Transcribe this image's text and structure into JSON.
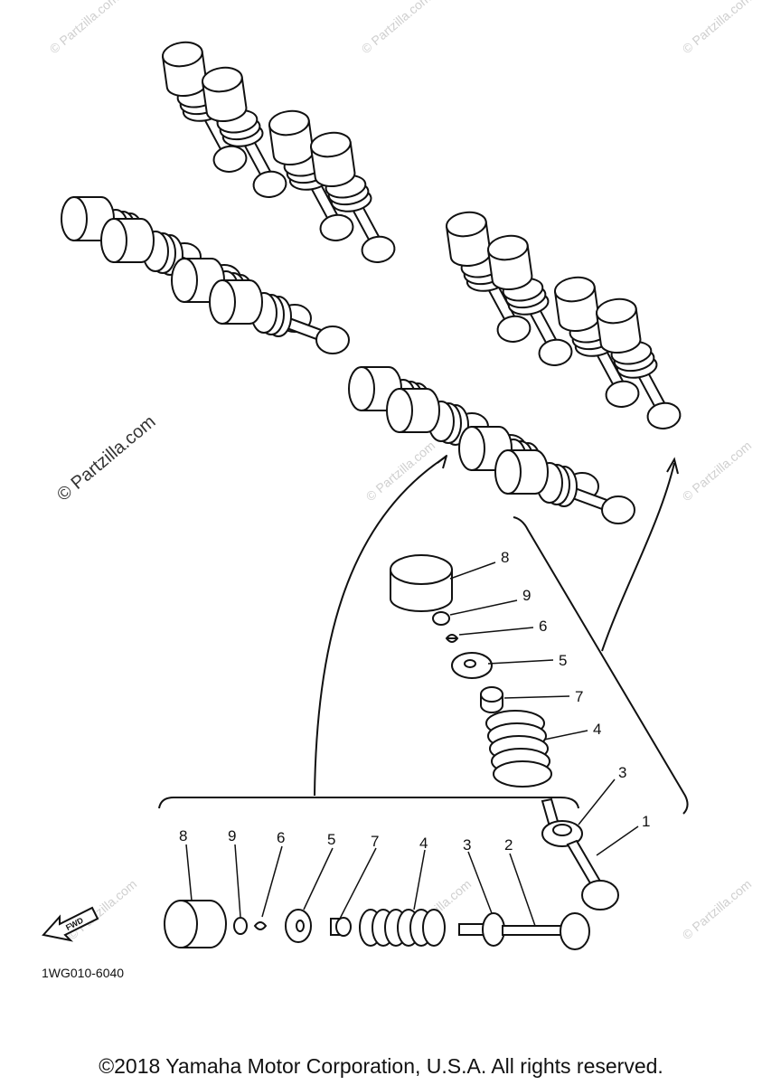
{
  "diagram": {
    "diagram_code": "1WG010-6040",
    "fwd_label": "FWD",
    "copyright": "©2018 Yamaha Motor Corporation, U.S.A. All rights reserved.",
    "watermark_text": "© Partzilla.com",
    "stack_callouts": [
      "8",
      "9",
      "6",
      "5",
      "7",
      "4",
      "3",
      "1"
    ],
    "row_callouts": [
      "8",
      "9",
      "6",
      "5",
      "7",
      "4",
      "3",
      "2"
    ]
  }
}
